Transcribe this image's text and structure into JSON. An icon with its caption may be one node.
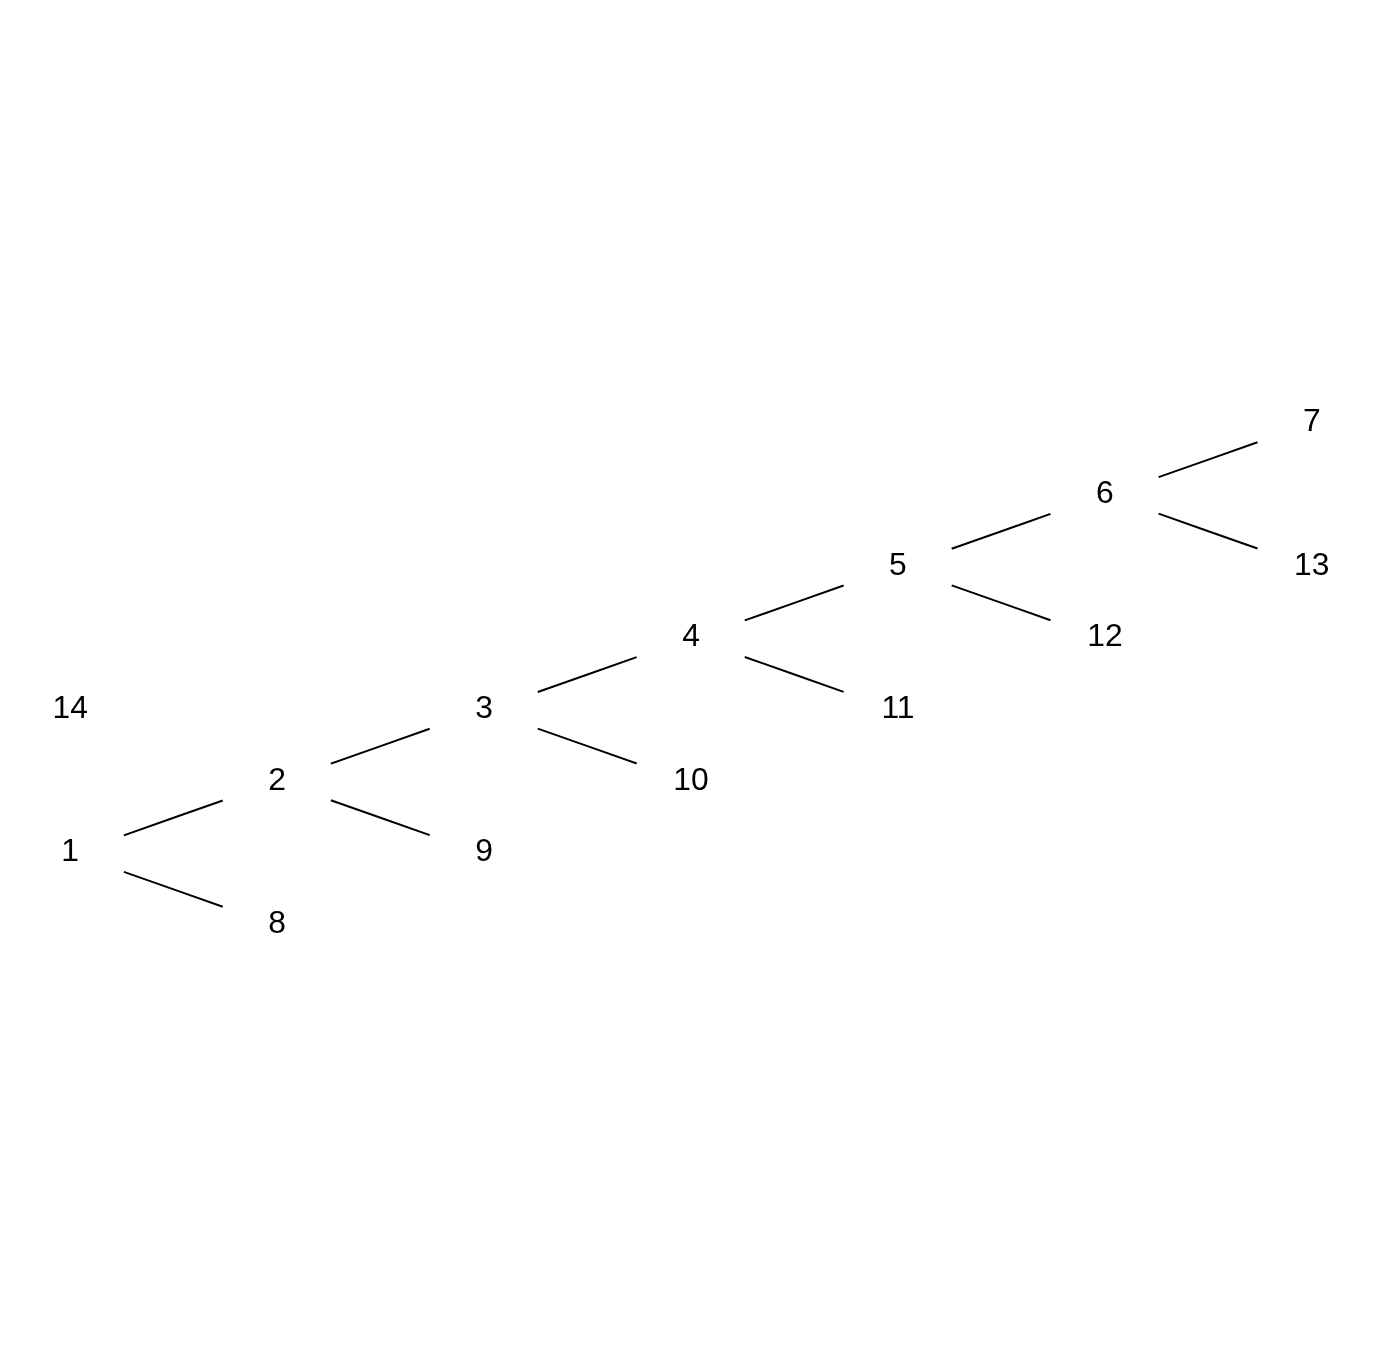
{
  "diagram": {
    "nodes": [
      {
        "text": [
          "1"
        ]
      },
      {
        "text": [
          "2"
        ]
      },
      {
        "text": [
          "3"
        ]
      },
      {
        "text": [
          "4"
        ]
      },
      {
        "text": [
          "5"
        ]
      },
      {
        "text": [
          "6"
        ]
      },
      {
        "text": [
          "7"
        ]
      },
      {
        "text": [
          "8"
        ]
      },
      {
        "text": [
          "9"
        ]
      },
      {
        "text": [
          "10"
        ]
      },
      {
        "text": [
          "11"
        ]
      },
      {
        "text": [
          "12"
        ]
      },
      {
        "text": [
          "13"
        ]
      },
      {
        "text": [
          "14"
        ]
      }
    ],
    "edges": [
      {
        "from": 0,
        "to": 1,
        "arrow": "none"
      },
      {
        "from": 1,
        "to": 2,
        "arrow": "none"
      },
      {
        "from": 2,
        "to": 3,
        "arrow": "none"
      },
      {
        "from": 3,
        "to": 4,
        "arrow": "none"
      },
      {
        "from": 4,
        "to": 5,
        "arrow": "none"
      },
      {
        "from": 5,
        "to": 6,
        "arrow": "none"
      },
      {
        "from": 0,
        "to": 7,
        "arrow": "none"
      },
      {
        "from": 1,
        "to": 8,
        "arrow": "none"
      },
      {
        "from": 2,
        "to": 9,
        "arrow": "none"
      },
      {
        "from": 3,
        "to": 10,
        "arrow": "none"
      },
      {
        "from": 4,
        "to": 11,
        "arrow": "none"
      },
      {
        "from": 5,
        "to": 12,
        "arrow": "none"
      }
    ]
  }
}
